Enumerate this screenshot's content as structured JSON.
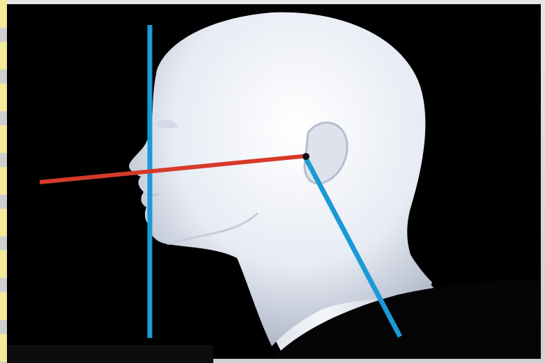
{
  "figure": {
    "subject_icon": "human-head-profile-icon",
    "lines": [
      {
        "id": "vertical-face-line",
        "color": "#1a9ad6"
      },
      {
        "id": "nose-to-ear-line",
        "color": "#d63a2a"
      },
      {
        "id": "ear-to-shoulder-line",
        "color": "#1a9ad6"
      }
    ],
    "colors": {
      "background": "#000000",
      "head": "#eef1f7",
      "head_shadow": "#9aa4b8",
      "body": "#050505",
      "frame": "#d9d9d9"
    }
  }
}
